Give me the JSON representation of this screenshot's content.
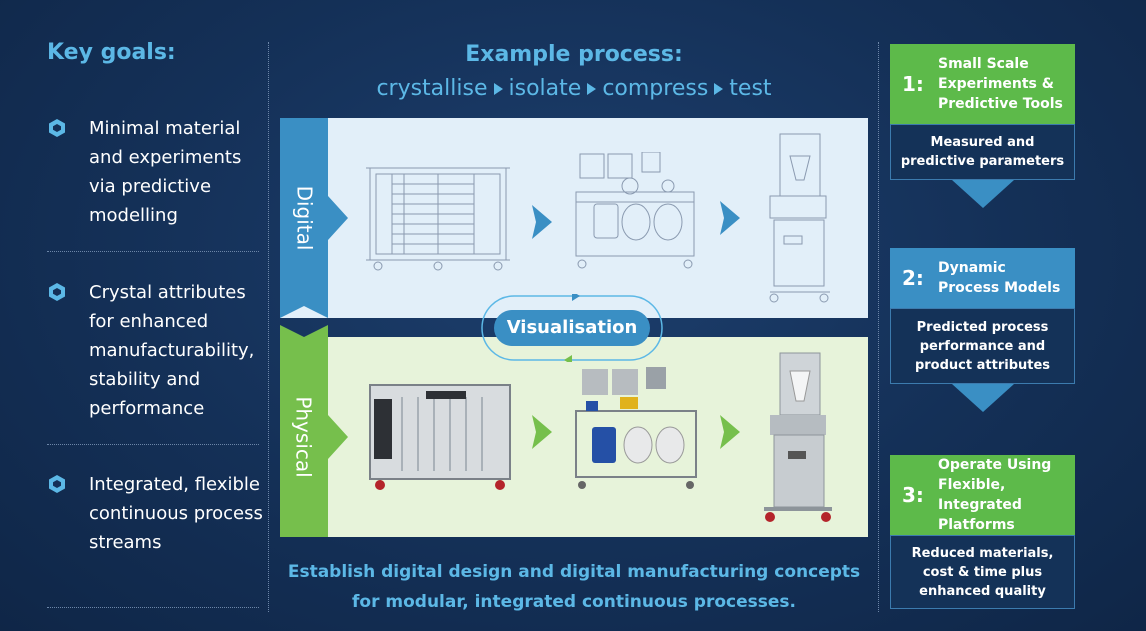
{
  "key_goals": {
    "title": "Key goals:",
    "items": [
      {
        "text": "Minimal material and experiments via predictive modelling",
        "icon": "hexagon-icon"
      },
      {
        "text": "Crystal attributes for enhanced manufacturability, stability and performance",
        "icon": "hexagon-icon"
      },
      {
        "text": "Integrated, flexible continuous process streams",
        "icon": "hexagon-icon"
      }
    ]
  },
  "process": {
    "title": "Example process:",
    "steps": [
      "crystallise",
      "isolate",
      "compress",
      "test"
    ],
    "digital_label": "Digital",
    "physical_label": "Physical",
    "visualisation_label": "Visualisation",
    "footer": "Establish digital design and digital manufacturing concepts for modular, integrated continuous processes."
  },
  "stages": [
    {
      "number": "1:",
      "title": "Small Scale Experiments & Predictive Tools",
      "body": "Measured and predictive parameters",
      "color": "#5dba4a"
    },
    {
      "number": "2:",
      "title": "Dynamic Process Models",
      "body": "Predicted process performance and product attributes",
      "color": "#3a8fc4"
    },
    {
      "number": "3:",
      "title": "Operate Using Flexible, Integrated Platforms",
      "body": "Reduced materials, cost & time plus enhanced quality",
      "color": "#5dba4a"
    }
  ],
  "colors": {
    "accent_blue": "#5cb8e6",
    "mid_blue": "#3a8fc4",
    "green": "#76bf4c",
    "background": "#143057"
  }
}
